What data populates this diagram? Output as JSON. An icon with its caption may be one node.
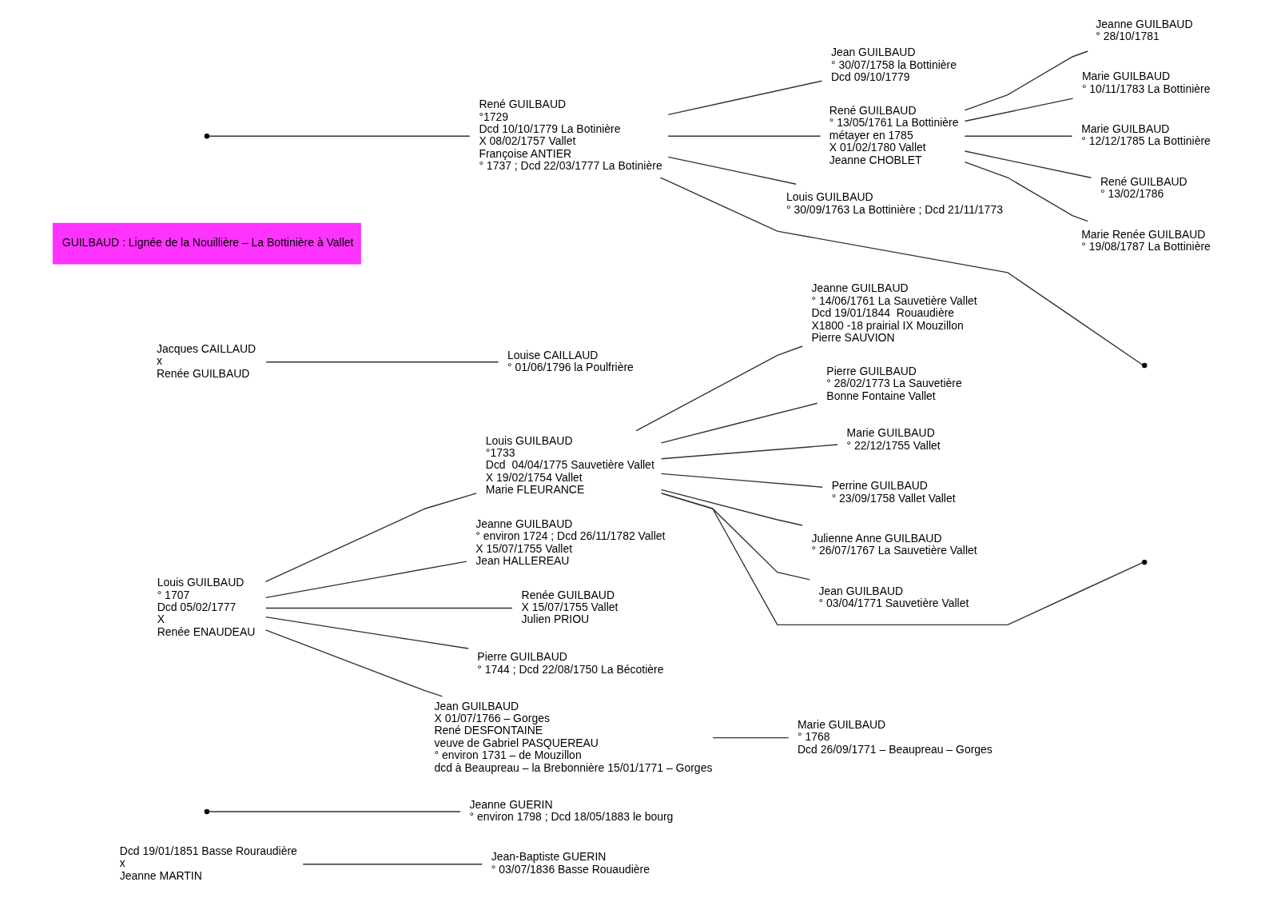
{
  "diagram": {
    "nodes": [
      {
        "text": [
          "Dcd 19/01/1851 Basse Rouraudière",
          "x",
          "Jeanne MARTIN"
        ]
      },
      {
        "text": [
          "Jean-Baptiste GUERIN",
          "° 03/07/1836 Basse Rouaudière"
        ]
      },
      {
        "text": [
          "Jeanne GUERIN",
          "° environ 1798 ; Dcd 18/05/1883 le bourg"
        ]
      },
      {
        "text": [
          "Louis GUILBAUD",
          "° 1707",
          "Dcd 05/02/1777",
          "X",
          "Renée ENAUDEAU"
        ]
      },
      {
        "text": [
          "Louis GUILBAUD",
          "°1733",
          "Dcd  04/04/1775 Sauvetière Vallet",
          "X 19/02/1754 Vallet",
          "Marie FLEURANCE"
        ]
      },
      {
        "text": [
          "Jeanne GUILBAUD",
          "° 14/06/1761 La Sauvetière Vallet",
          "Dcd 19/01/1844  Rouaudière",
          "X1800 -18 prairial IX Mouzillon",
          "Pierre SAUVION"
        ]
      },
      {
        "text": [
          "Pierre GUILBAUD",
          "° 28/02/1773 La Sauvetière",
          "Bonne Fontaine Vallet"
        ]
      },
      {
        "text": [
          "Marie GUILBAUD",
          "° 22/12/1755 Vallet"
        ]
      },
      {
        "text": [
          "Perrine GUILBAUD",
          "° 23/09/1758 Vallet Vallet"
        ]
      },
      {
        "text": [
          "Julienne Anne GUILBAUD",
          "° 26/07/1767 La Sauvetière Vallet"
        ]
      },
      {
        "text": [
          "Jean GUILBAUD",
          "° 03/04/1771 Sauvetière Vallet"
        ]
      },
      {
        "text": [
          "Jeanne GUILBAUD",
          "° environ 1724 ; Dcd 26/11/1782 Vallet",
          "X 15/07/1755 Vallet",
          "Jean HALLEREAU"
        ]
      },
      {
        "text": [
          "Renée GUILBAUD",
          "X 15/07/1755 Vallet",
          "Julien PRIOU"
        ]
      },
      {
        "text": [
          "Pierre GUILBAUD",
          "° 1744 ; Dcd 22/08/1750 La Bécotière"
        ]
      },
      {
        "text": [
          "Jean GUILBAUD",
          "X 01/07/1766 – Gorges",
          "René DESFONTAINE",
          "veuve de Gabriel PASQUEREAU",
          "° environ 1731 – de Mouzillon",
          "dcd à Beaupreau – la Brebonnière 15/01/1771 – Gorges"
        ]
      },
      {
        "text": [
          "Marie GUILBAUD",
          "° 1768",
          "Dcd 26/09/1771 – Beaupreau – Gorges"
        ]
      },
      {
        "text": [
          "Jacques CAILLAUD",
          "x",
          "Renée GUILBAUD"
        ]
      },
      {
        "text": [
          "Louise CAILLAUD",
          "° 01/06/1796 la Poulfrière"
        ]
      },
      {
        "text": [
          "GUILBAUD : Lignée de la Nouillière – La Bottinière à Vallet"
        ]
      },
      {
        "text": [
          "René GUILBAUD",
          "°1729",
          "Dcd 10/10/1779 La Botinière",
          "X 08/02/1757 Vallet",
          "Françoise ANTIER",
          "° 1737 ; Dcd 22/03/1777 La Botinière"
        ]
      },
      {
        "text": [
          "Jean GUILBAUD",
          "° 30/07/1758 la Bottinière",
          "Dcd 09/10/1779"
        ]
      },
      {
        "text": [
          "René GUILBAUD",
          "° 13/05/1761 La Bottinière",
          "métayer en 1785",
          "X 01/02/1780 Vallet",
          "Jeanne CHOBLET"
        ]
      },
      {
        "text": [
          "Jeanne GUILBAUD",
          "° 28/10/1781"
        ]
      },
      {
        "text": [
          "Marie GUILBAUD",
          "° 10/11/1783 La Bottinière"
        ]
      },
      {
        "text": [
          "Marie GUILBAUD",
          "° 12/12/1785 La Bottinière"
        ]
      },
      {
        "text": [
          "René GUILBAUD",
          "° 13/02/1786"
        ]
      },
      {
        "text": [
          "Marie Renée GUILBAUD",
          "° 19/08/1787 La Bottinière"
        ]
      },
      {
        "text": [
          "Louis GUILBAUD",
          "° 30/09/1763 La Bottinière ; Dcd 21/11/1773"
        ]
      }
    ],
    "edges": [
      {
        "from": 0,
        "to": 1,
        "arrow": "none"
      },
      {
        "from": null,
        "to": 2,
        "arrow": "none"
      },
      {
        "from": 3,
        "to": 4,
        "arrow": "none"
      },
      {
        "from": 4,
        "to": null,
        "arrow": "none"
      },
      {
        "from": 4,
        "to": 5,
        "arrow": "none"
      },
      {
        "from": 4,
        "to": 6,
        "arrow": "none"
      },
      {
        "from": 4,
        "to": 7,
        "arrow": "none"
      },
      {
        "from": 4,
        "to": 8,
        "arrow": "none"
      },
      {
        "from": 4,
        "to": 9,
        "arrow": "none"
      },
      {
        "from": 4,
        "to": 10,
        "arrow": "none"
      },
      {
        "from": 3,
        "to": 11,
        "arrow": "none"
      },
      {
        "from": 3,
        "to": 12,
        "arrow": "none"
      },
      {
        "from": 3,
        "to": 13,
        "arrow": "none"
      },
      {
        "from": 3,
        "to": 14,
        "arrow": "none"
      },
      {
        "from": 14,
        "to": 15,
        "arrow": "none"
      },
      {
        "from": 16,
        "to": 17,
        "arrow": "none"
      },
      {
        "from": null,
        "to": 19,
        "arrow": "none"
      },
      {
        "from": 19,
        "to": 20,
        "arrow": "none"
      },
      {
        "from": 19,
        "to": 21,
        "arrow": "none"
      },
      {
        "from": 21,
        "to": 22,
        "arrow": "none"
      },
      {
        "from": 21,
        "to": 23,
        "arrow": "none"
      },
      {
        "from": 21,
        "to": 24,
        "arrow": "none"
      },
      {
        "from": 21,
        "to": 25,
        "arrow": "none"
      },
      {
        "from": 21,
        "to": 26,
        "arrow": "none"
      },
      {
        "from": 19,
        "to": 27,
        "arrow": "none"
      },
      {
        "from": 19,
        "to": null,
        "arrow": "none"
      }
    ]
  }
}
